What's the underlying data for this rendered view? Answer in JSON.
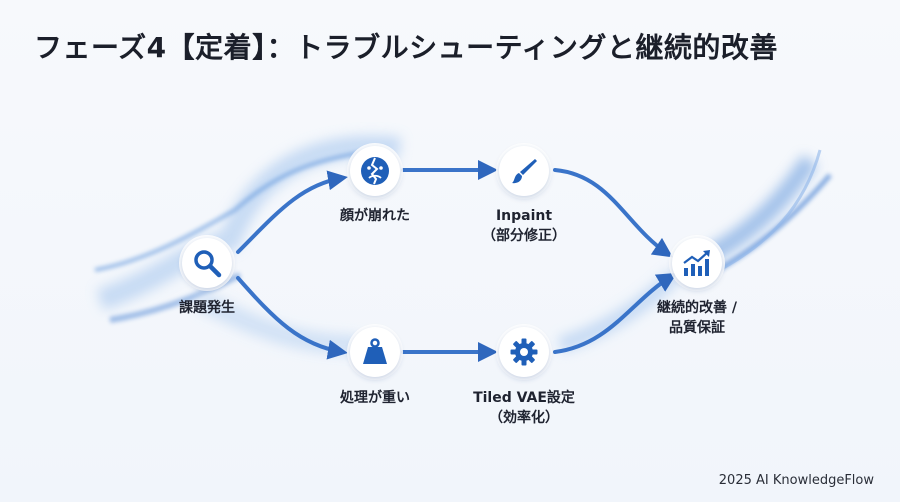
{
  "title": "フェーズ4【定着】：トラブルシューティングと継続的改善",
  "nodes": {
    "issue": {
      "label": "課題発生",
      "icon": "magnifier-icon"
    },
    "face": {
      "label": "顔が崩れた",
      "icon": "broken-face-icon"
    },
    "heavy": {
      "label": "処理が重い",
      "icon": "weight-icon"
    },
    "inpaint": {
      "label_1": "Inpaint",
      "label_2": "（部分修正）",
      "icon": "brush-icon"
    },
    "tiled": {
      "label_1": "Tiled VAE設定",
      "label_2": "（効率化）",
      "icon": "gear-icon"
    },
    "improve": {
      "label_1": "継続的改善 /",
      "label_2": "品質保証",
      "icon": "growth-chart-icon"
    }
  },
  "footer": "2025 AI KnowledgeFlow",
  "colors": {
    "accent": "#1f5fb8",
    "stroke": "#3a74c9",
    "glow": "#8fb6ea"
  }
}
